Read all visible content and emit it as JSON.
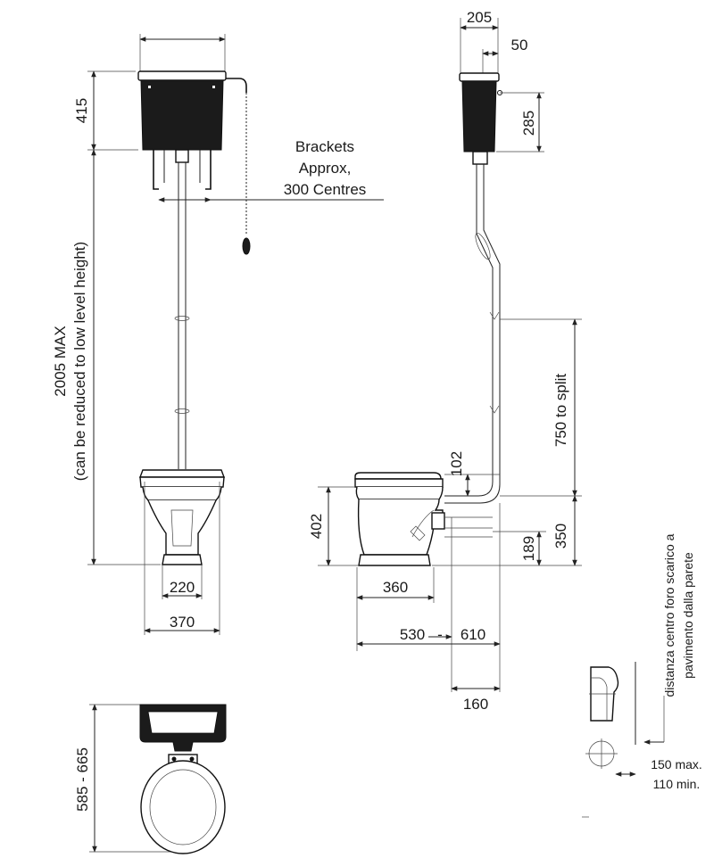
{
  "dimensions": {
    "cistern_width_top": "",
    "cistern_height": "415",
    "overall_height": "2005 MAX",
    "overall_height_note": "(can be reduced to low level height)",
    "brackets_line1": "Brackets",
    "brackets_line2": "Approx,",
    "brackets_line3": "300 Centres",
    "pan_inner_width": "220",
    "pan_outer_width": "370",
    "side_depth_top": "205",
    "side_offset": "50",
    "side_cistern_height": "285",
    "split_height": "750 to split",
    "seat_drop": "102",
    "pan_height": "402",
    "outlet_height": "350",
    "outlet_center": "189",
    "pan_depth": "360",
    "projection_min": "530",
    "projection_separator": "-",
    "projection_max": "610",
    "outlet_setback": "160",
    "plan_depth": "585 - 665",
    "italian_note_line1": "distanza centro foro scarico a",
    "italian_note_line2": "pavimento dalla parete",
    "setback_max": "150 max.",
    "setback_min": "110 min."
  },
  "colors": {
    "line": "#222222",
    "fill_dark": "#1b1b1b",
    "background": "#ffffff"
  }
}
